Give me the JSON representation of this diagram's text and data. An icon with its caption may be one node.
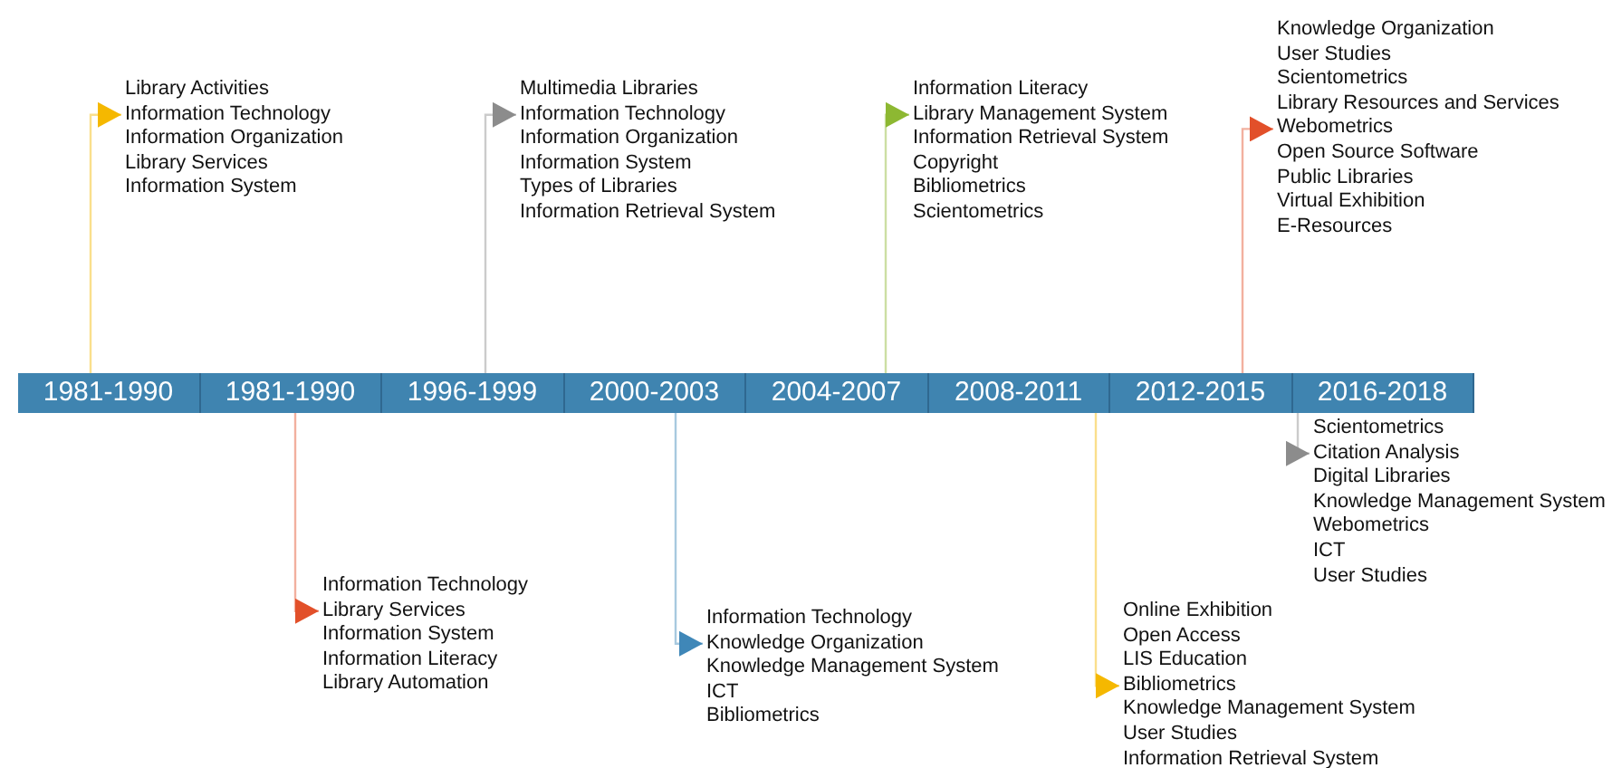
{
  "diagram": {
    "nodes": [
      {
        "text": [
          "1981-1990"
        ]
      },
      {
        "text": [
          "1981-1990"
        ]
      },
      {
        "text": [
          "1996-1999"
        ]
      },
      {
        "text": [
          "2000-2003"
        ]
      },
      {
        "text": [
          "2004-2007"
        ]
      },
      {
        "text": [
          "2008-2011"
        ]
      },
      {
        "text": [
          "2012-2015"
        ]
      },
      {
        "text": [
          "2016-2018"
        ]
      },
      {
        "text": [
          "Library Activities",
          "Information Technology",
          "Information Organization",
          "Library Services",
          "Information System"
        ]
      },
      {
        "text": [
          "Information Technology",
          "Library Services",
          "Information System",
          "Information Literacy",
          "Library Automation"
        ]
      },
      {
        "text": [
          "Multimedia Libraries",
          "Information Technology",
          "Information Organization",
          "Information System",
          "Types of Libraries",
          "Information Retrieval System"
        ]
      },
      {
        "text": [
          "Information Technology",
          "Knowledge Organization",
          "Knowledge Management System",
          "ICT",
          "Bibliometrics"
        ]
      },
      {
        "text": [
          "Information Literacy",
          "Library Management System",
          "Information Retrieval System",
          "Copyright",
          "Bibliometrics",
          "Scientometrics"
        ]
      },
      {
        "text": [
          "Online Exhibition",
          "Open Access",
          "LIS Education",
          "Bibliometrics",
          "Knowledge Management System",
          "User Studies",
          "Information Retrieval System"
        ]
      },
      {
        "text": [
          "Knowledge Organization",
          "User Studies",
          "Scientometrics",
          "Library Resources and Services",
          "Webometrics",
          "Open Source Software",
          "Public Libraries",
          "Virtual Exhibition",
          "E-Resources"
        ]
      },
      {
        "text": [
          "Scientometrics",
          "Citation Analysis",
          "Digital Libraries",
          "Knowledge Management System",
          "Webometrics",
          "ICT",
          "User Studies"
        ]
      }
    ],
    "edges": [
      {
        "from": 0,
        "to": 8,
        "arrow": "to",
        "color": "#f5b800"
      },
      {
        "from": 1,
        "to": 9,
        "arrow": "to",
        "color": "#e2502a"
      },
      {
        "from": 2,
        "to": 10,
        "arrow": "to",
        "color": "#8c8c8c"
      },
      {
        "from": 3,
        "to": 11,
        "arrow": "to",
        "color": "#3f87b8"
      },
      {
        "from": 4,
        "to": 12,
        "arrow": "to",
        "color": "#8db832"
      },
      {
        "from": 5,
        "to": 13,
        "arrow": "to",
        "color": "#f5b800"
      },
      {
        "from": 6,
        "to": 14,
        "arrow": "to",
        "color": "#e2502a"
      },
      {
        "from": 7,
        "to": 15,
        "arrow": "to",
        "color": "#8c8c8c"
      }
    ]
  }
}
